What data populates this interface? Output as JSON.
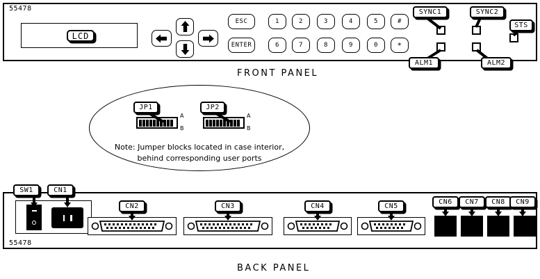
{
  "document": {
    "part_number_front": "55478",
    "part_number_back": "55478"
  },
  "front_panel": {
    "caption": "FRONT PANEL",
    "lcd": {
      "label": "LCD",
      "name": "lcd-display"
    },
    "navigation_keys": [
      {
        "name": "arrow-left-key",
        "icon": "arrow-left-icon"
      },
      {
        "name": "arrow-up-key",
        "icon": "arrow-up-icon"
      },
      {
        "name": "arrow-down-key",
        "icon": "arrow-down-icon"
      },
      {
        "name": "arrow-right-key",
        "icon": "arrow-right-icon"
      }
    ],
    "keypad": {
      "row1": [
        "ESC",
        "1",
        "2",
        "3",
        "4",
        "5",
        "#"
      ],
      "row2": [
        "ENTER",
        "6",
        "7",
        "8",
        "9",
        "0",
        "*"
      ]
    },
    "indicators": [
      {
        "label": "SYNC1",
        "name": "led-sync1"
      },
      {
        "label": "SYNC2",
        "name": "led-sync2"
      },
      {
        "label": "STS",
        "name": "led-sts"
      },
      {
        "label": "ALM1",
        "name": "led-alm1"
      },
      {
        "label": "ALM2",
        "name": "led-alm2"
      }
    ]
  },
  "detail_balloon": {
    "jumpers": [
      {
        "label": "JP1",
        "row_a": "A",
        "row_b": "B",
        "pins": 10
      },
      {
        "label": "JP2",
        "row_a": "A",
        "row_b": "B",
        "pins": 10
      }
    ],
    "note_line1": "Note: Jumper blocks located in case interior,",
    "note_line2": "behind corresponding user ports"
  },
  "back_panel": {
    "caption": "BACK PANEL",
    "controls": [
      {
        "label": "SW1",
        "name": "power-switch",
        "type": "rocker"
      },
      {
        "label": "CN1",
        "name": "power-inlet",
        "type": "iec-connector"
      }
    ],
    "connectors": [
      {
        "label": "CN2",
        "name": "connector-cn2",
        "type": "db25"
      },
      {
        "label": "CN3",
        "name": "connector-cn3",
        "type": "db25"
      },
      {
        "label": "CN4",
        "name": "connector-cn4",
        "type": "db15"
      },
      {
        "label": "CN5",
        "name": "connector-cn5",
        "type": "db15"
      },
      {
        "label": "CN6",
        "name": "connector-cn6",
        "type": "block"
      },
      {
        "label": "CN7",
        "name": "connector-cn7",
        "type": "block"
      },
      {
        "label": "CN8",
        "name": "connector-cn8",
        "type": "block"
      },
      {
        "label": "CN9",
        "name": "connector-cn9",
        "type": "block"
      }
    ]
  }
}
